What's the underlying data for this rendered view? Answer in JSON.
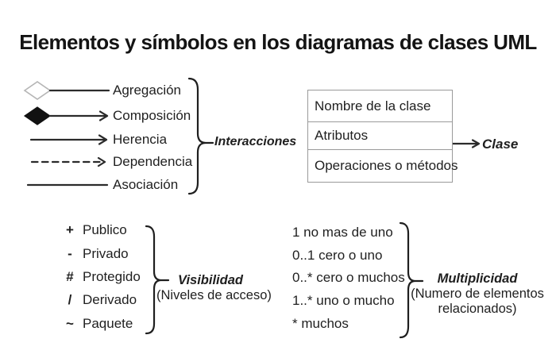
{
  "title": "Elementos y símbolos en los diagramas de clases UML",
  "interactions": {
    "label": "Interacciones",
    "items": [
      {
        "symbol": "aggregation",
        "name": "Agregación"
      },
      {
        "symbol": "composition",
        "name": "Composición"
      },
      {
        "symbol": "inheritance",
        "name": "Herencia"
      },
      {
        "symbol": "dependency",
        "name": "Dependencia"
      },
      {
        "symbol": "association",
        "name": "Asociación"
      }
    ]
  },
  "class_box": {
    "label": "Clase",
    "rows": [
      "Nombre de la clase",
      "Atributos",
      "Operaciones o métodos"
    ]
  },
  "visibility": {
    "label": "Visibilidad",
    "sublabel": "(Niveles de acceso)",
    "items": [
      {
        "symbol": "+",
        "name": "Publico"
      },
      {
        "symbol": "-",
        "name": "Privado"
      },
      {
        "symbol": "#",
        "name": "Protegido"
      },
      {
        "symbol": "/",
        "name": "Derivado"
      },
      {
        "symbol": "~",
        "name": "Paquete"
      }
    ]
  },
  "multiplicity": {
    "label": "Multiplicidad",
    "sublabel_line1": "(Numero de elementos",
    "sublabel_line2": "relacionados)",
    "items": [
      "1 no mas de uno",
      "0..1 cero o uno",
      "0..* cero o muchos",
      "1..* uno o mucho",
      "* muchos"
    ]
  },
  "colors": {
    "ink": "#1f1f1f",
    "box_border": "#9a9a9a",
    "aggregation_outline": "#b5b5b5"
  }
}
